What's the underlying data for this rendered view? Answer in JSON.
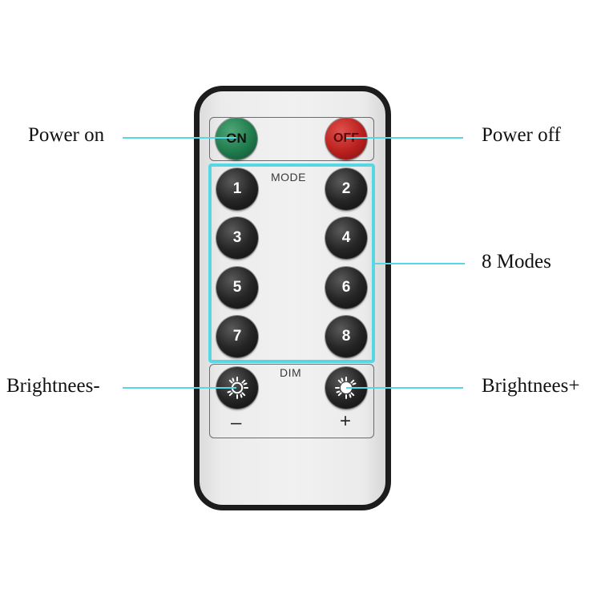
{
  "remote": {
    "power_on_label": "ON",
    "power_off_label": "OFF",
    "mode_label": "MODE",
    "mode_buttons": [
      "1",
      "2",
      "3",
      "4",
      "5",
      "6",
      "7",
      "8"
    ],
    "dim_label": "DIM",
    "minus_sign": "–",
    "plus_sign": "+"
  },
  "callouts": {
    "power_on": "Power on",
    "power_off": "Power off",
    "modes": "8 Modes",
    "brightness_down": "Brightnees-",
    "brightness_up": "Brightnees+"
  },
  "colors": {
    "highlight": "#57d7e3",
    "on_button": "#1f7a4c",
    "off_button": "#b9201e",
    "button": "#1a1a1a",
    "body_outline": "#1c1c1c"
  },
  "icons": {
    "dim_down": "sun-outline-icon",
    "dim_up": "sun-filled-icon"
  }
}
